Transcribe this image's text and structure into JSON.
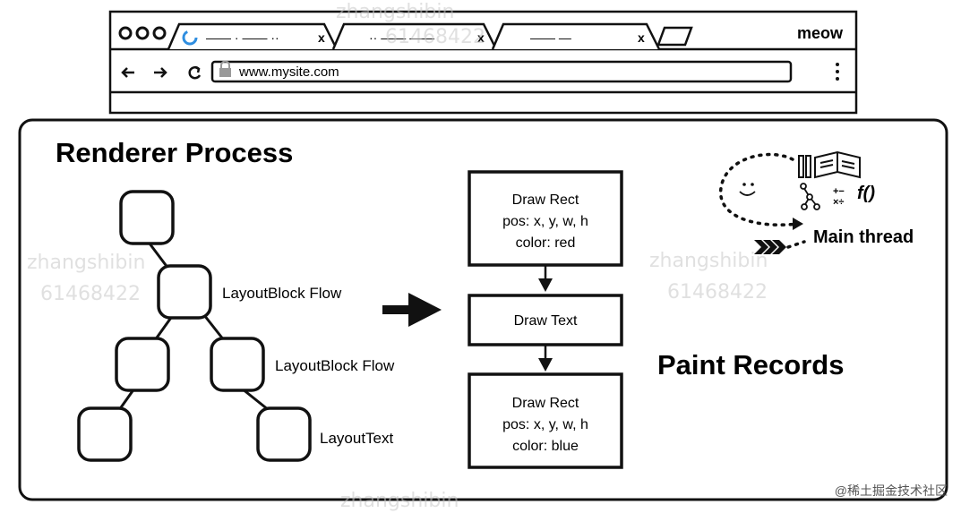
{
  "browser": {
    "window_controls": [
      "dot",
      "dot",
      "dot"
    ],
    "tabs": [
      {
        "title": "—— · —— ··",
        "close": "x",
        "loading": true
      },
      {
        "title": "·· —— ——",
        "close": "x",
        "loading": false
      },
      {
        "title": "—— —",
        "close": "x",
        "loading": false
      }
    ],
    "brand": "meow",
    "url": "www.mysite.com",
    "nav_icons": [
      "back-arrow-icon",
      "forward-arrow-icon",
      "reload-icon"
    ],
    "menu_icon": "kebab-menu-icon",
    "lock_icon": "lock-icon"
  },
  "renderer": {
    "title": "Renderer Process",
    "tree_labels": {
      "node1": "LayoutBlock Flow",
      "node2": "LayoutBlock Flow",
      "node3": "LayoutText"
    },
    "records": [
      {
        "line1": "Draw Rect",
        "line2": "pos: x, y, w, h",
        "line3": "color: red"
      },
      {
        "line1": "Draw Text"
      },
      {
        "line1": "Draw Rect",
        "line2": "pos: x, y, w, h",
        "line3": "color: blue"
      }
    ],
    "paint_records_title": "Paint Records",
    "main_thread_label": "Main thread",
    "main_thread_formula": "f()",
    "main_thread_math": "+−\n×÷"
  },
  "watermarks": [
    "zhangshibin",
    "61468422",
    "zhangshibin",
    "61468422",
    "zhangshibin",
    "61468422",
    "zhangshibin"
  ],
  "footer_credit": "@稀土掘金技术社区"
}
